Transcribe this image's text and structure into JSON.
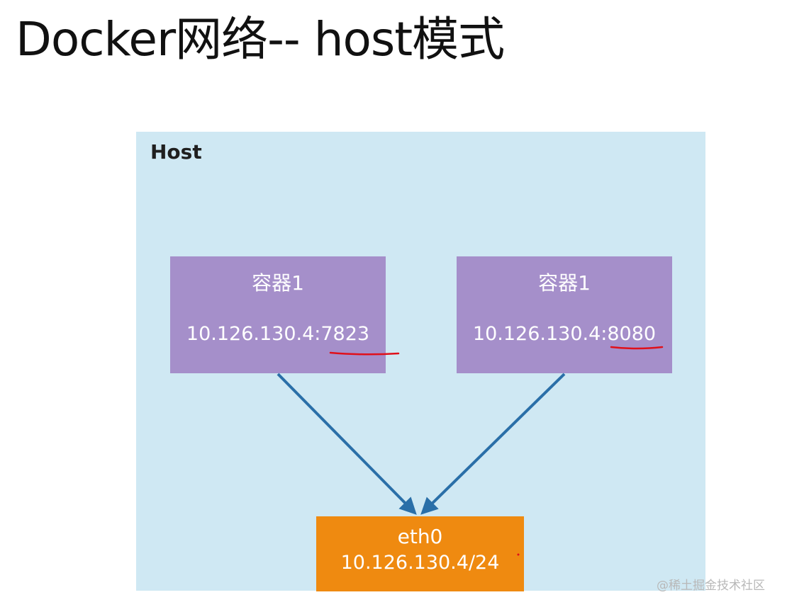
{
  "title": "Docker网络-- host模式",
  "host": {
    "label": "Host"
  },
  "containers": [
    {
      "name": "容器1",
      "address": "10.126.130.4:7823"
    },
    {
      "name": "容器1",
      "address": "10.126.130.4:8080"
    }
  ],
  "interface": {
    "name": "eth0",
    "address": "10.126.130.4/24"
  },
  "watermark": "@稀土掘金技术社区",
  "colors": {
    "host_background": "#cfe8f3",
    "container_background": "#a58fca",
    "interface_background": "#ef8a10",
    "arrow": "#2a6fa8",
    "annotation_underline": "#e0101a"
  }
}
